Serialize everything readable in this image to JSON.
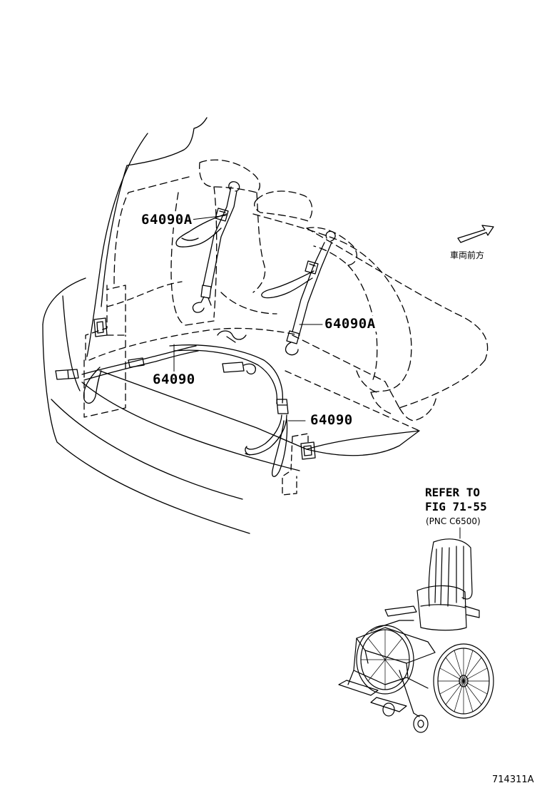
{
  "callouts": {
    "upper_left": "64090A",
    "upper_right": "64090A",
    "lower_left": "64090",
    "lower_right": "64090"
  },
  "reference": {
    "line1": "REFER TO",
    "line2": "FIG 71-55",
    "line3": "(PNC C6500)"
  },
  "direction_text": "車両前方",
  "figure_id": "714311A"
}
